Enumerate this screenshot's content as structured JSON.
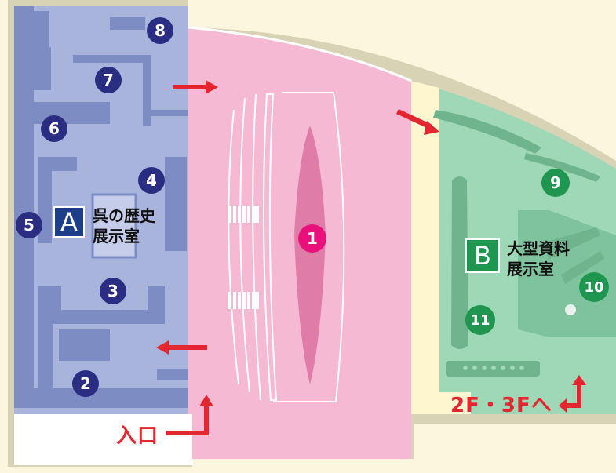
{
  "markers": [
    {
      "id": "1",
      "color": "#e8107a"
    },
    {
      "id": "2",
      "color": "#2b2d83"
    },
    {
      "id": "3",
      "color": "#2b2d83"
    },
    {
      "id": "4",
      "color": "#2b2d83"
    },
    {
      "id": "5",
      "color": "#2b2d83"
    },
    {
      "id": "6",
      "color": "#2b2d83"
    },
    {
      "id": "7",
      "color": "#2b2d83"
    },
    {
      "id": "8",
      "color": "#2b2d83"
    },
    {
      "id": "9",
      "color": "#1f9650"
    },
    {
      "id": "10",
      "color": "#1f9650"
    },
    {
      "id": "11",
      "color": "#1f9650"
    }
  ],
  "rooms": {
    "a": {
      "letter": "A",
      "name_line1": "呉の歴史",
      "name_line2": "展示室",
      "color": "#1d3f8a"
    },
    "b": {
      "letter": "B",
      "name_line1": "大型資料",
      "name_line2": "展示室",
      "color": "#1f9650"
    }
  },
  "labels": {
    "entrance": "入口",
    "upstairs": "2F・3Fへ"
  },
  "colors": {
    "room_a_fill": "#a9b4dd",
    "room_a_walls": "#7d8cc2",
    "main_hall_fill": "#f6b9d3",
    "room_b_fill": "#9fd8b6",
    "corridor_fill": "#fdf6cf",
    "arrow": "#e32630"
  }
}
